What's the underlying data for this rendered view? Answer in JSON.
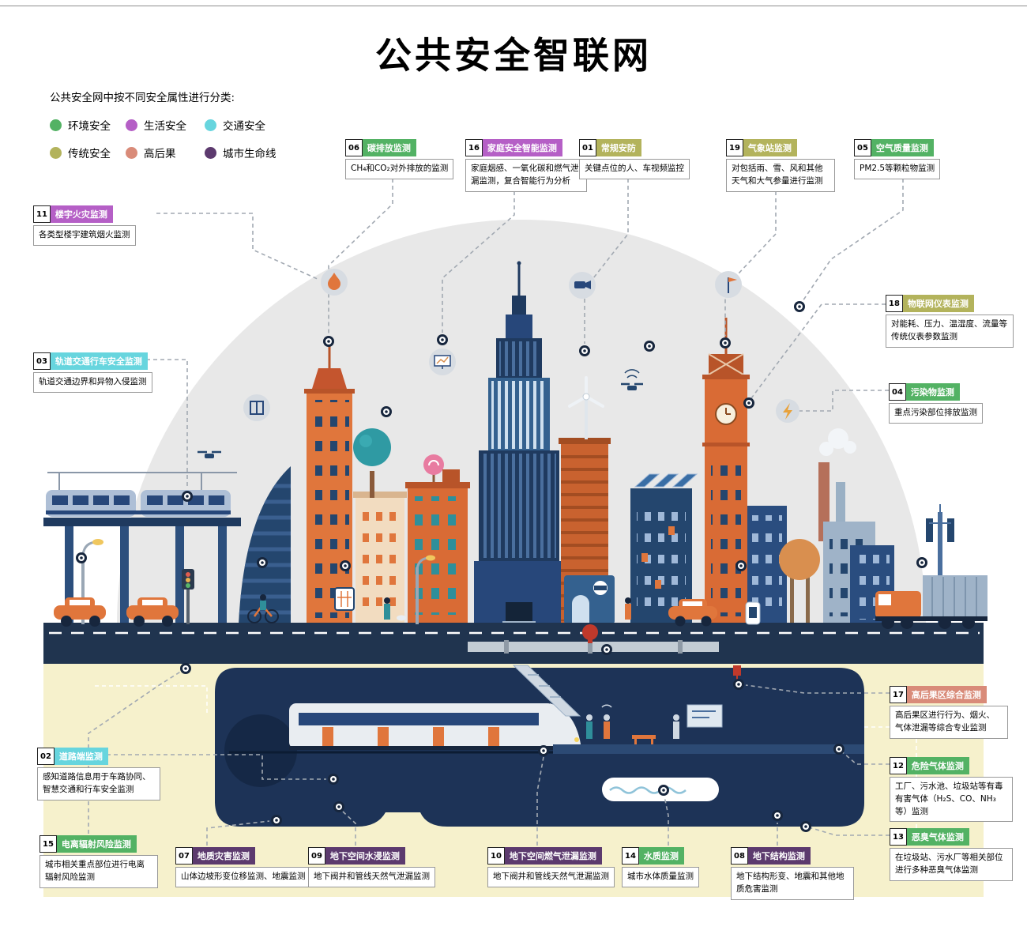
{
  "title": "公共安全智联网",
  "legend": {
    "intro": "公共安全网中按不同安全属性进行分类:",
    "items": [
      {
        "label": "环境安全",
        "color": "#53b264"
      },
      {
        "label": "生活安全",
        "color": "#b55fc6"
      },
      {
        "label": "交通安全",
        "color": "#67d5de"
      },
      {
        "label": "传统安全",
        "color": "#b3b35c"
      },
      {
        "label": "高后果",
        "color": "#d98b79"
      },
      {
        "label": "城市生命线",
        "color": "#5c3a6e"
      }
    ]
  },
  "callouts": [
    {
      "num": "06",
      "title": "碳排放监测",
      "desc": "CH₄和CO₂对外排放的监测",
      "category": "环境安全",
      "color": "#53b264"
    },
    {
      "num": "16",
      "title": "家庭安全智能监测",
      "desc": "家庭烟感、一氧化碳和燃气泄漏监测，复合智能行为分析",
      "category": "生活安全",
      "color": "#b55fc6"
    },
    {
      "num": "01",
      "title": "常规安防",
      "desc": "关键点位的人、车视频监控",
      "category": "传统安全",
      "color": "#b3b35c"
    },
    {
      "num": "19",
      "title": "气象站监测",
      "desc": "对包括雨、雪、风和其他天气和大气参量进行监测",
      "category": "传统安全",
      "color": "#b3b35c"
    },
    {
      "num": "05",
      "title": "空气质量监测",
      "desc": "PM2.5等颗粒物监测",
      "category": "环境安全",
      "color": "#53b264"
    },
    {
      "num": "11",
      "title": "楼宇火灾监测",
      "desc": "各类型楼宇建筑烟火监测",
      "category": "生活安全",
      "color": "#b55fc6"
    },
    {
      "num": "03",
      "title": "轨道交通行车安全监测",
      "desc": "轨道交通边界和异物入侵监测",
      "category": "交通安全",
      "color": "#67d5de"
    },
    {
      "num": "18",
      "title": "物联网仪表监测",
      "desc": "对能耗、压力、温湿度、流量等传统仪表参数监测",
      "category": "传统安全",
      "color": "#b3b35c"
    },
    {
      "num": "04",
      "title": "污染物监测",
      "desc": "重点污染部位排放监测",
      "category": "环境安全",
      "color": "#53b264"
    },
    {
      "num": "17",
      "title": "高后果区综合监测",
      "desc": "高后果区进行行为、烟火、气体泄漏等综合专业监测",
      "category": "高后果",
      "color": "#d98b79"
    },
    {
      "num": "12",
      "title": "危险气体监测",
      "desc": "工厂、污水池、垃圾站等有毒有害气体（H₂S、CO、NH₃等）监测",
      "category": "环境安全",
      "color": "#53b264"
    },
    {
      "num": "13",
      "title": "恶臭气体监测",
      "desc": "在垃圾站、污水厂等相关部位进行多种恶臭气体监测",
      "category": "环境安全",
      "color": "#53b264"
    },
    {
      "num": "02",
      "title": "道路端监测",
      "desc": "感知道路信息用于车路协同、智慧交通和行车安全监测",
      "category": "交通安全",
      "color": "#67d5de"
    },
    {
      "num": "15",
      "title": "电离辐射风险监测",
      "desc": "城市相关重点部位进行电离辐射风险监测",
      "category": "环境安全",
      "color": "#53b264"
    },
    {
      "num": "07",
      "title": "地质灾害监测",
      "desc": "山体边坡形变位移监测、地震监测",
      "category": "城市生命线",
      "color": "#5c3a6e"
    },
    {
      "num": "09",
      "title": "地下空间水浸监测",
      "desc": "地下阀井和管线天然气泄漏监测",
      "category": "城市生命线",
      "color": "#5c3a6e"
    },
    {
      "num": "10",
      "title": "地下空间燃气泄漏监测",
      "desc": "地下阀井和管线天然气泄漏监测",
      "category": "城市生命线",
      "color": "#5c3a6e"
    },
    {
      "num": "14",
      "title": "水质监测",
      "desc": "城市水体质量监测",
      "category": "环境安全",
      "color": "#53b264"
    },
    {
      "num": "08",
      "title": "地下结构监测",
      "desc": "地下结构形变、地震和其他地质危害监测",
      "category": "城市生命线",
      "color": "#5c3a6e"
    }
  ],
  "icons": [
    "fire-icon",
    "monitor-icon",
    "camera-icon",
    "wind-vane-icon",
    "lightning-icon",
    "elevator-icon",
    "drone-icon",
    "wifi-icon",
    "sensor-dot-icon",
    "valve-icon"
  ]
}
